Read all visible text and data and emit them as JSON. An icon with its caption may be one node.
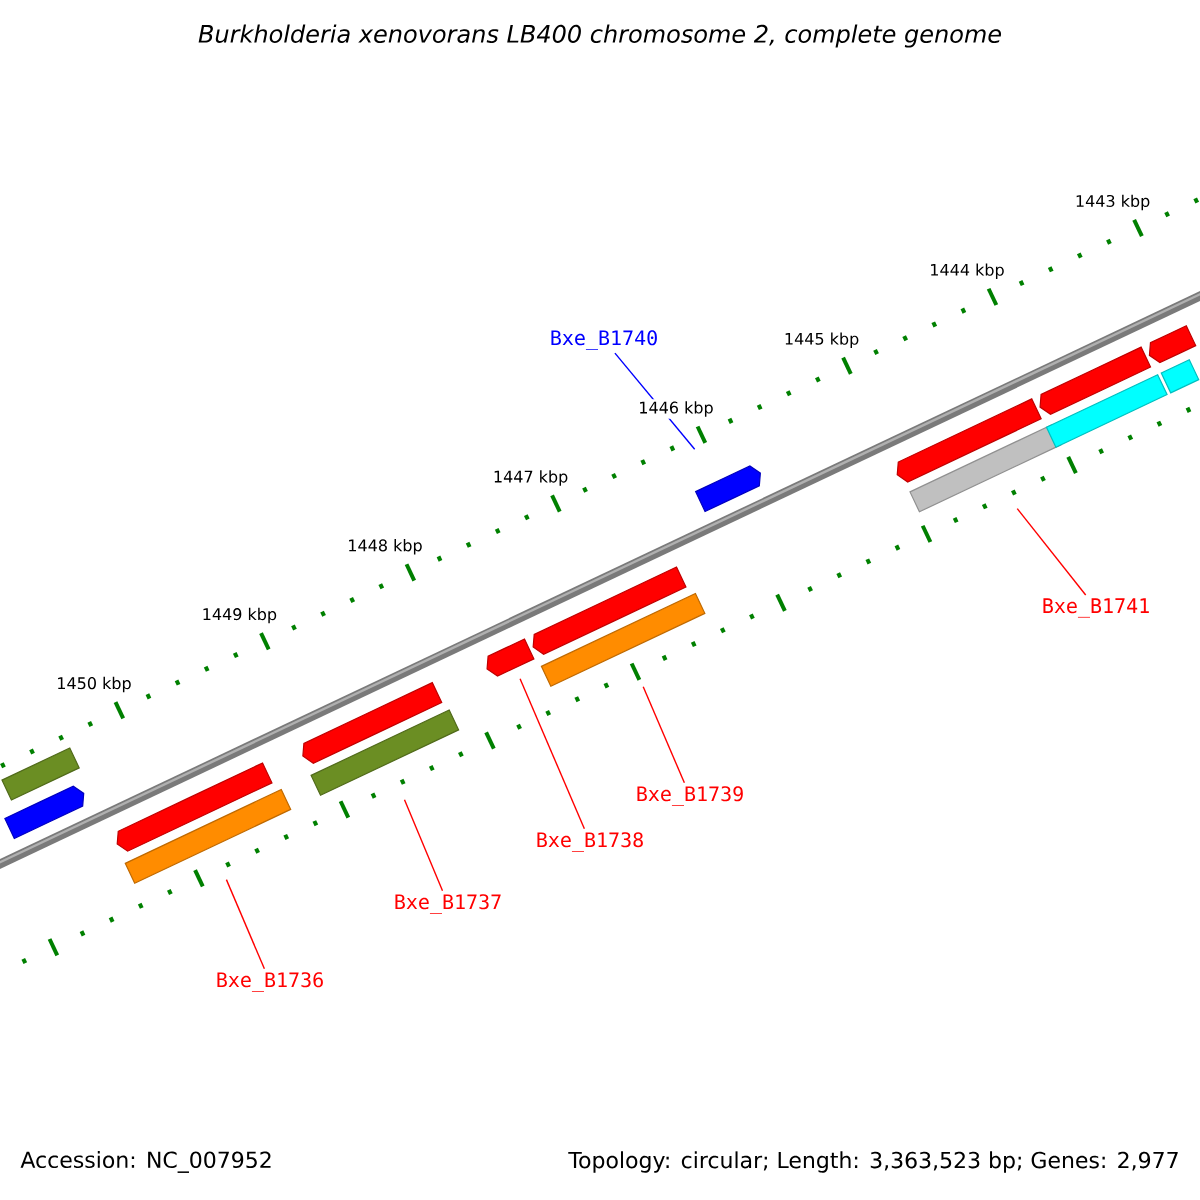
{
  "diagram": {
    "title": "Burkholderia xenovorans LB400 chromosome 2, complete genome",
    "nodes": [
      {
        "text": [
          "Bxe_B1740"
        ]
      },
      {
        "text": [
          "Bxe_B1741"
        ]
      },
      {
        "text": [
          "Bxe_B1739"
        ]
      },
      {
        "text": [
          "Bxe_B1738"
        ]
      },
      {
        "text": [
          "Bxe_B1737"
        ]
      },
      {
        "text": [
          "Bxe_B1736"
        ]
      },
      {
        "text": [],
        "shape": "bar"
      },
      {
        "text": [],
        "shape": "arrow"
      },
      {
        "text": [],
        "shape": "arrow"
      },
      {
        "text": [],
        "shape": "bar"
      },
      {
        "text": [],
        "shape": "arrow"
      },
      {
        "text": [],
        "shape": "bar"
      },
      {
        "text": [],
        "shape": "arrow"
      },
      {
        "text": [],
        "shape": "arrow"
      },
      {
        "text": [],
        "shape": "bar"
      },
      {
        "text": [],
        "shape": "arrow"
      },
      {
        "text": [],
        "shape": "arrow"
      },
      {
        "text": [],
        "shape": "bar"
      },
      {
        "text": [],
        "shape": "arrow"
      },
      {
        "text": [],
        "shape": "bar"
      },
      {
        "text": [],
        "shape": "arrow"
      },
      {
        "text": [],
        "shape": "bar"
      }
    ],
    "edges": [
      {
        "from": 0,
        "to": 15,
        "arrow": "none",
        "color": "#0000ff"
      },
      {
        "from": 1,
        "to": 17,
        "arrow": "none"
      },
      {
        "from": 2,
        "to": 14,
        "arrow": "none"
      },
      {
        "from": 3,
        "to": 12,
        "arrow": "none"
      },
      {
        "from": 4,
        "to": 11,
        "arrow": "none"
      },
      {
        "from": 5,
        "to": 9,
        "arrow": "none"
      }
    ],
    "labels": [
      "1443 kbp",
      "1444 kbp",
      "1445 kbp",
      "1446 kbp",
      "1447 kbp",
      "1448 kbp",
      "1449 kbp",
      "1450 kbp",
      "Accession: NC_007952",
      "Topology: circular; Length: 3,363,523 bp; Genes: 2,977"
    ]
  }
}
